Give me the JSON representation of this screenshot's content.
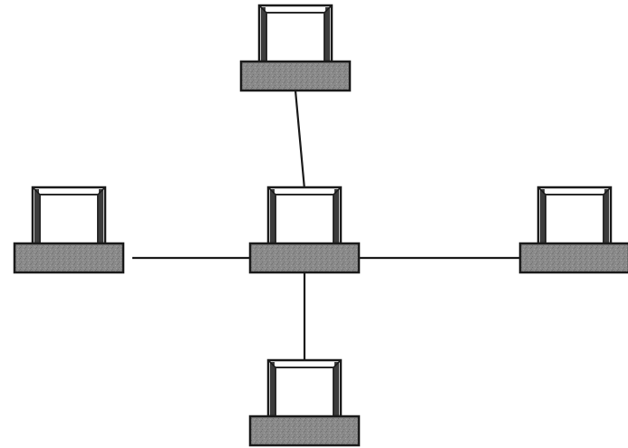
{
  "diagram": {
    "type": "star-network-topology",
    "colors": {
      "background": "#ffffff",
      "stroke": "#1a1a1a",
      "monitor_fill": "#ffffff",
      "monitor_inner_stroke": "#2a2a2a",
      "base_fill": "#8a8a8a",
      "link": "#1a1a1a"
    },
    "nodes": [
      {
        "id": "hub",
        "role": "central-computer",
        "icon": "computer-icon"
      },
      {
        "id": "top",
        "role": "workstation",
        "icon": "computer-icon"
      },
      {
        "id": "left",
        "role": "workstation",
        "icon": "computer-icon"
      },
      {
        "id": "right",
        "role": "workstation",
        "icon": "computer-icon"
      },
      {
        "id": "bottom",
        "role": "workstation",
        "icon": "computer-icon"
      }
    ],
    "links": [
      {
        "from": "hub",
        "to": "top"
      },
      {
        "from": "hub",
        "to": "left"
      },
      {
        "from": "hub",
        "to": "right"
      },
      {
        "from": "hub",
        "to": "bottom"
      }
    ]
  }
}
